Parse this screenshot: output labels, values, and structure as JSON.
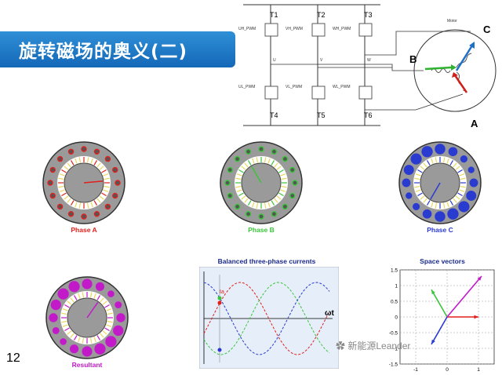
{
  "slide": {
    "title": "旋转磁场的奥义(二)",
    "page_number": "12",
    "watermark": "新能源Leander"
  },
  "inverter": {
    "switches": [
      "T1",
      "T2",
      "T3",
      "T4",
      "T5",
      "T6"
    ],
    "pwm_high": [
      "UH_PWM",
      "VH_PWM",
      "WH_PWM"
    ],
    "pwm_low": [
      "UL_PWM",
      "VL_PWM",
      "WL_PWM"
    ],
    "phase_nodes": [
      "U",
      "V",
      "W"
    ],
    "motor_label": "Motor",
    "motor_phases": [
      "A",
      "B",
      "C"
    ]
  },
  "phases": [
    {
      "label": "Phase A",
      "color": "#e0201c"
    },
    {
      "label": "Phase B",
      "color": "#3ac43a"
    },
    {
      "label": "Phase C",
      "color": "#2a3bd0"
    },
    {
      "label": "Resultant",
      "color": "#c21ac9"
    }
  ],
  "currents_chart": {
    "title": "Balanced three-phase currents",
    "xlabel": "ωt",
    "current_marker": "Ia"
  },
  "chart_data": {
    "type": "line",
    "title": "Space vectors",
    "xlim": [
      -1.5,
      1.5
    ],
    "ylim": [
      -1.5,
      1.5
    ],
    "x_ticks": [
      "-1",
      "0",
      "1"
    ],
    "y_ticks": [
      "1.5",
      "1",
      "0.5",
      "0",
      "-0.5",
      "-1",
      "-1.5"
    ],
    "grid": true,
    "series": [
      {
        "color": "#e0201c",
        "x": [
          0,
          1.0
        ],
        "y": [
          0,
          0
        ]
      },
      {
        "color": "#3ac43a",
        "x": [
          0,
          -0.5
        ],
        "y": [
          0,
          0.87
        ]
      },
      {
        "color": "#2a3bd0",
        "x": [
          0,
          -0.5
        ],
        "y": [
          0,
          -0.87
        ]
      },
      {
        "color": "#c21ac9",
        "x": [
          0,
          1.1
        ],
        "y": [
          0,
          1.3
        ]
      }
    ]
  }
}
